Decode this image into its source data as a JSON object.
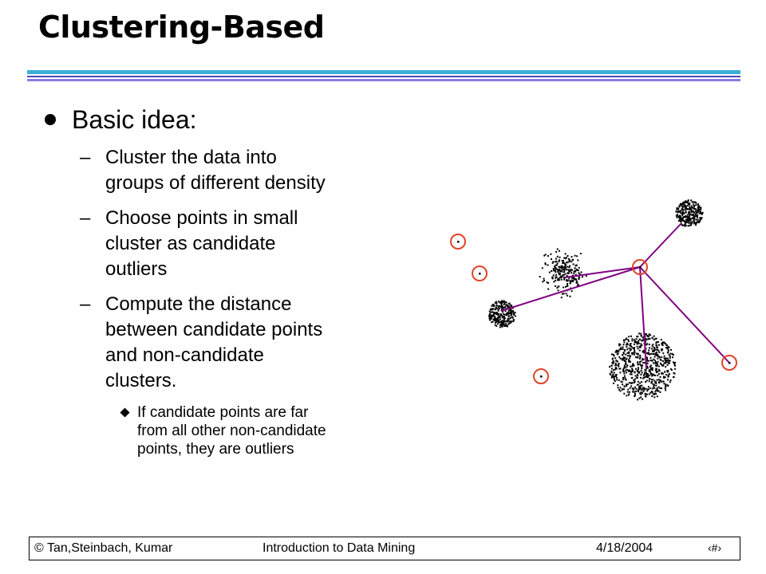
{
  "slide": {
    "title": "Clustering-Based",
    "bullet": {
      "text": "Basic idea:",
      "sub_items": [
        {
          "dash": "–",
          "lines": [
            "Cluster the data into",
            "groups of different density"
          ]
        },
        {
          "dash": "–",
          "lines": [
            "Choose points in small",
            "cluster as candidate",
            "outliers"
          ]
        },
        {
          "dash": "–",
          "lines": [
            "Compute the distance",
            "between candidate points",
            "and non-candidate",
            "clusters."
          ]
        }
      ],
      "sub_sub": {
        "lines": [
          "If candidate points are far",
          "from all other non-candidate",
          "points, they are outliers"
        ]
      }
    }
  },
  "colors": {
    "rule_top": "#3ab0d8",
    "rule_mid": "#4a4ab8",
    "rule_bottom": "#8b7ae0",
    "outlier_circle": "#e0442a",
    "connector_line": "#800080"
  },
  "footer": {
    "left": "© Tan,Steinbach, Kumar",
    "center": "Introduction to Data Mining",
    "date": "4/18/2004",
    "page": "‹#›"
  }
}
